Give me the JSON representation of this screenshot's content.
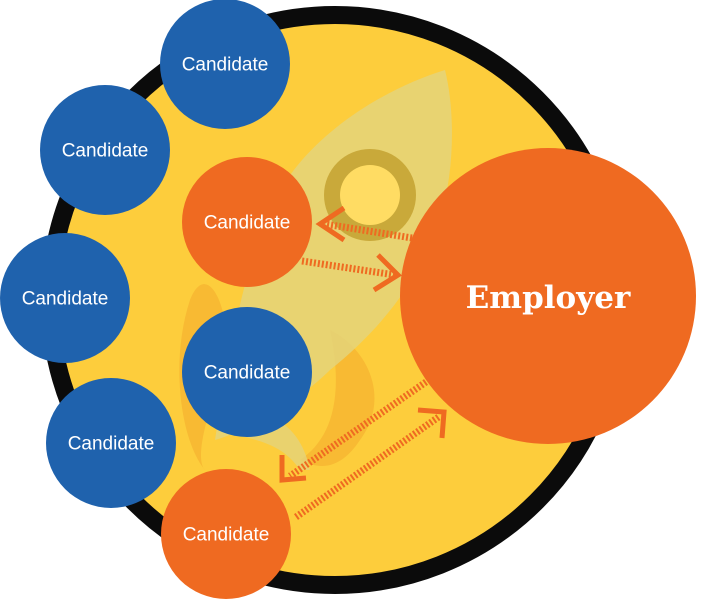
{
  "colors": {
    "background_circle": "#fdcd3c",
    "background_ring": "#0b0b0b",
    "candidate_blue": "#1f62ad",
    "candidate_orange": "#ef6a21",
    "employer": "#ef6a21",
    "arrow": "#ef6a21",
    "rocket": "#e4d37a",
    "rocket_window_ring": "#c9a93a",
    "rocket_window": "#ffdc63",
    "flame": "#f5b330"
  },
  "employer": {
    "label": "Employer"
  },
  "candidates": [
    {
      "label": "Candidate",
      "color": "blue"
    },
    {
      "label": "Candidate",
      "color": "blue"
    },
    {
      "label": "Candidate",
      "color": "orange"
    },
    {
      "label": "Candidate",
      "color": "blue"
    },
    {
      "label": "Candidate",
      "color": "blue"
    },
    {
      "label": "Candidate",
      "color": "blue"
    },
    {
      "label": "Candidate",
      "color": "orange"
    }
  ],
  "icons": {
    "background": "rocket-icon",
    "arrows": "double-arrow-icon"
  }
}
